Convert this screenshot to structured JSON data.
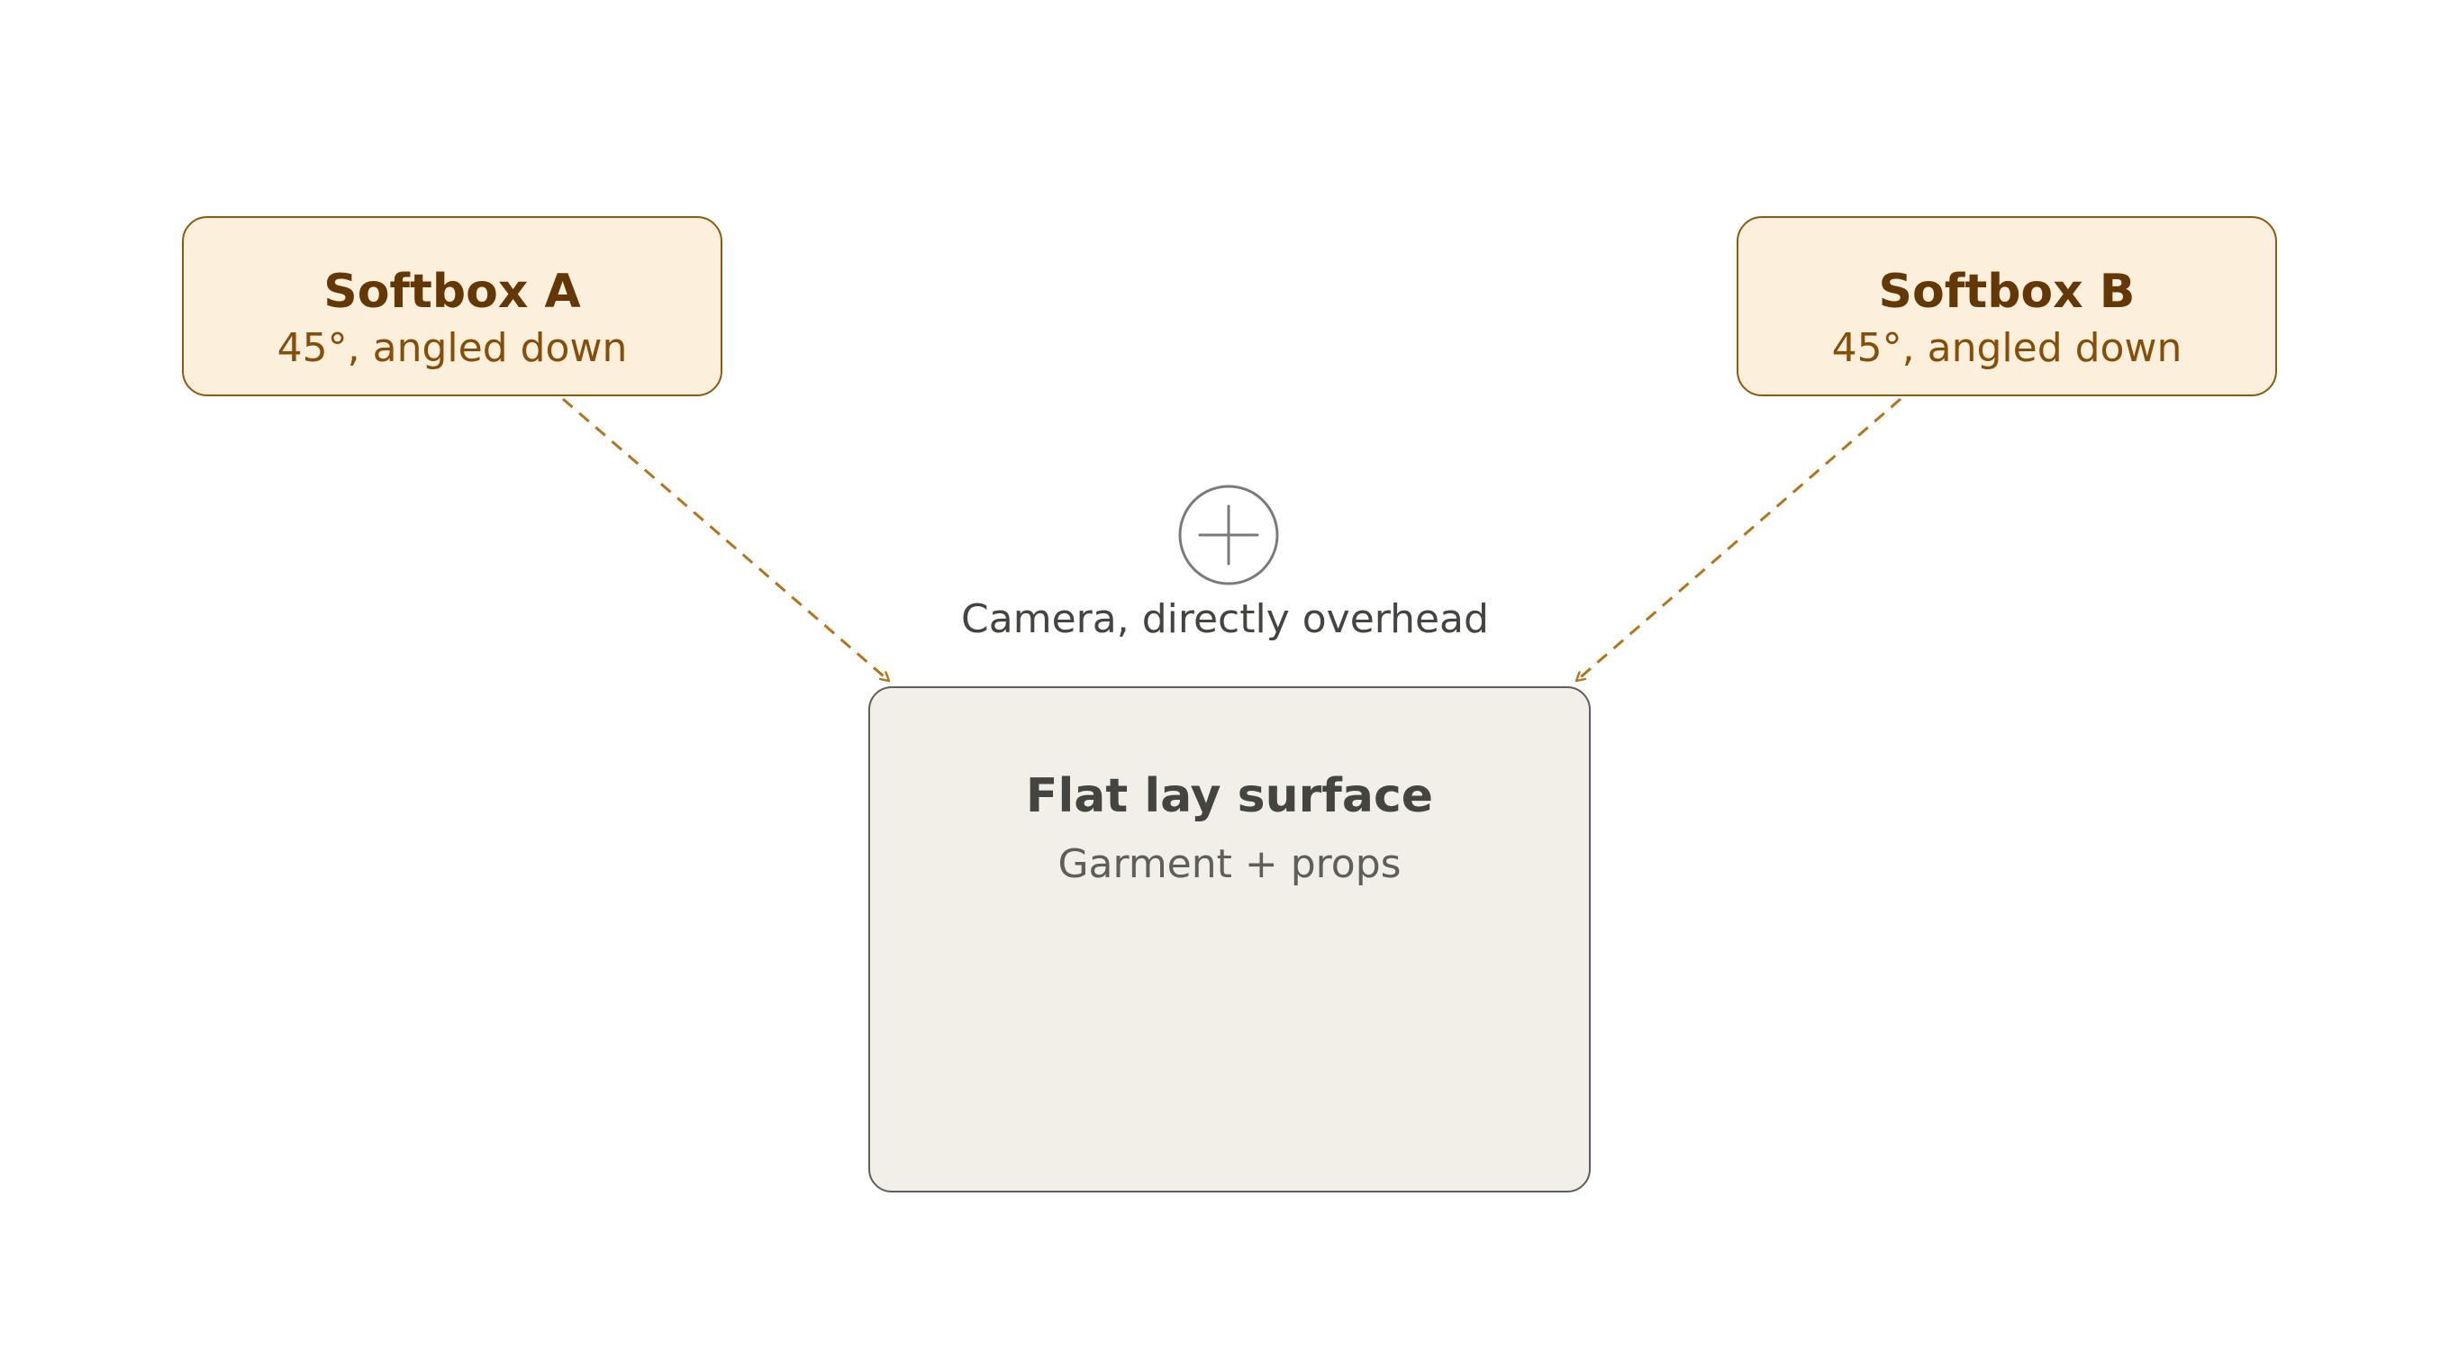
{
  "softbox_a": {
    "title": "Softbox A",
    "subtitle": "45°, angled down"
  },
  "softbox_b": {
    "title": "Softbox B",
    "subtitle": "45°, angled down"
  },
  "camera": {
    "label": "Camera, directly overhead",
    "icon": "camera-overhead-icon"
  },
  "surface": {
    "title": "Flat lay surface",
    "subtitle": "Garment + props"
  },
  "colors": {
    "softbox_fill": "#fcefdc",
    "softbox_border": "#8a5a0f",
    "softbox_title": "#633806",
    "softbox_subtitle": "#854f0b",
    "light_path": "#b5731c",
    "surface_fill": "#f1efe8",
    "surface_border": "#5f5e5a",
    "camera_icon": "#7a7a76"
  }
}
